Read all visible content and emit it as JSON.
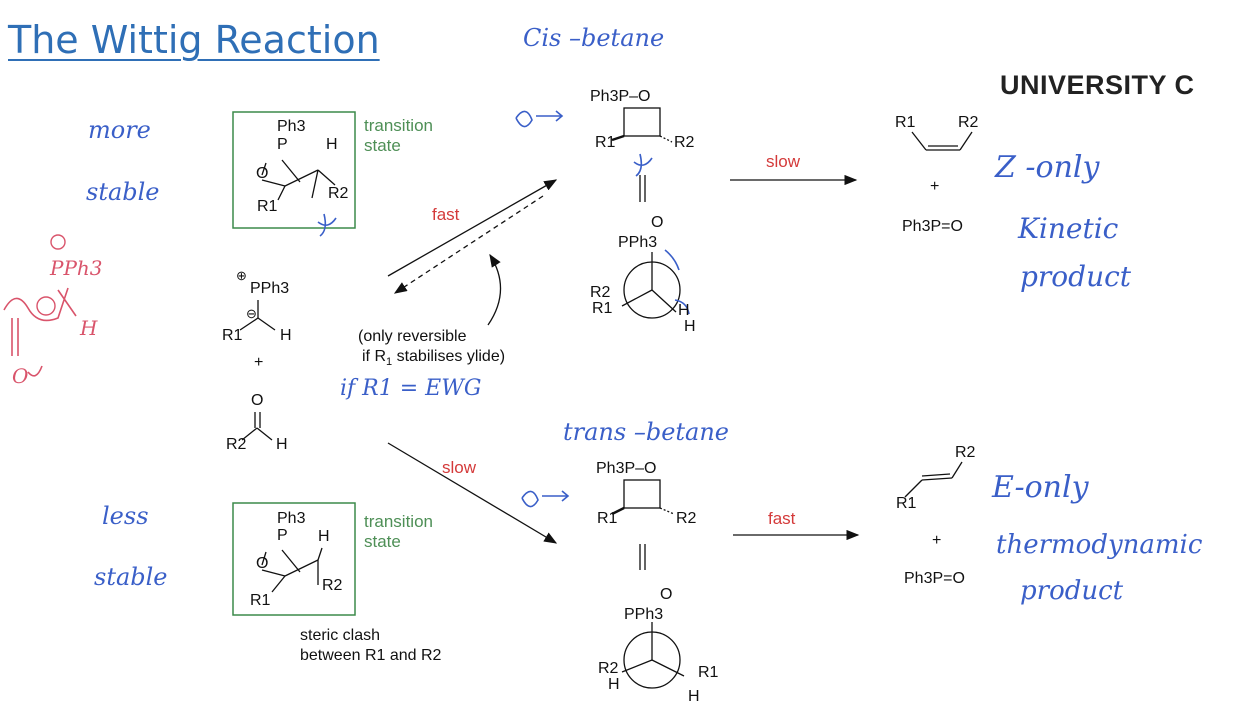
{
  "title": "The Wittig Reaction",
  "university": "UNIVERSITY C",
  "top_ts": {
    "label": "transition state",
    "ph3": "Ph3",
    "p": "P",
    "o": "O",
    "h": "H",
    "r1": "R1",
    "r2": "R2"
  },
  "bottom_ts": {
    "label": "transition state",
    "ph3": "Ph3",
    "p": "P",
    "o": "O",
    "h": "H",
    "r1": "R1",
    "r2": "R2"
  },
  "reactants": {
    "ylide": "PPh3",
    "r1": "R1",
    "h": "H",
    "plus": "+",
    "aldehyde_o": "O",
    "aldehyde_r2": "R2",
    "aldehyde_h": "H"
  },
  "arrows": {
    "fast": "fast",
    "slow_bottom": "slow",
    "slow_top": "slow",
    "fast_bottom": "fast"
  },
  "reversible_note": {
    "line1": "(only reversible",
    "line2": "if R",
    "line2_sub": "1",
    "line2_end": " stabilises ylide)"
  },
  "cis_betaine": {
    "header": "Ph3P–O",
    "r1": "R1",
    "r2": "R2",
    "newman_top": "PPh3",
    "newman_o": "O",
    "newman_left": "R2",
    "newman_left2": "R1",
    "newman_h1": "H",
    "newman_h2": "H"
  },
  "trans_betaine": {
    "header": "Ph3P–O",
    "r1": "R1",
    "r2": "R2",
    "newman_top": "PPh3",
    "newman_o": "O",
    "newman_left": "R2",
    "newman_left2": "H",
    "newman_r1": "R1",
    "newman_h": "H"
  },
  "z_product": {
    "r1": "R1",
    "r2": "R2",
    "plus": "+",
    "byproduct": "Ph3P=O"
  },
  "e_product": {
    "r1": "R1",
    "r2": "R2",
    "plus": "+",
    "byproduct": "Ph3P=O"
  },
  "steric_note": {
    "line1": "steric clash",
    "line2": "between R1 and R2"
  },
  "handwriting": {
    "cis_betaine": "Cis –betane",
    "trans_betaine": "trans –betane",
    "more": "more",
    "stable_top": "stable",
    "less": "less",
    "stable_bottom": "stable",
    "z_only": "Z -only",
    "kinetic": "Kinetic",
    "product_top": "product",
    "e_only": "E-only",
    "thermodynamic": "thermodynamic",
    "product_bottom": "product",
    "if_r1": "if R1 = EWG",
    "pink_pph3": "PPh3",
    "pink_h": "H",
    "pink_o": "O"
  }
}
